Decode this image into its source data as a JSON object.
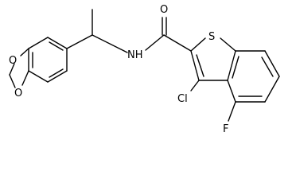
{
  "molecule": {
    "atoms": {
      "oxygen_carbonyl": "O",
      "sulfur": "S",
      "amide_nitrogen": "NH",
      "chlorine": "Cl",
      "fluorine": "F",
      "dioxole_oxygen_top": "O",
      "dioxole_oxygen_bottom": "O"
    },
    "colors": {
      "bond": "#000000",
      "label": "#000000",
      "background": "#ffffff"
    }
  }
}
